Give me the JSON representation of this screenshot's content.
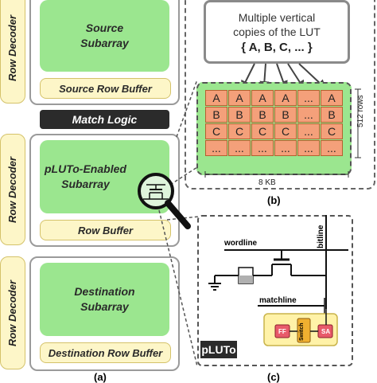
{
  "left": {
    "row_decoder_label": "Row Decoder",
    "source_subarray": [
      "Source",
      "Subarray"
    ],
    "source_row_buffer": "Source Row Buffer",
    "match_logic": "Match Logic",
    "pluto_subarray": [
      "pLUTo-Enabled",
      "Subarray"
    ],
    "row_buffer": "Row Buffer",
    "destination_subarray": [
      "Destination",
      "Subarray"
    ],
    "destination_row_buffer": "Destination Row Buffer",
    "caption": "(a)"
  },
  "top_right": {
    "callout_line1": "Multiple vertical",
    "callout_line2": "copies of the LUT",
    "callout_line3": "{ A, B, C, ... }",
    "lut_rows": [
      [
        "A",
        "A",
        "A",
        "A",
        "...",
        "A"
      ],
      [
        "B",
        "B",
        "B",
        "B",
        "...",
        "B"
      ],
      [
        "C",
        "C",
        "C",
        "C",
        "...",
        "C"
      ],
      [
        "...",
        "...",
        "...",
        "...",
        "...",
        "..."
      ]
    ],
    "rows_label": "512 rows",
    "width_label": "8 KB",
    "caption": "(b)"
  },
  "bottom_right": {
    "wordline": "wordline",
    "bitline": "bitline",
    "matchline": "matchline",
    "ff": "FF",
    "switch": "Switch",
    "sa": "SA",
    "pluto_tag": "pLUTo",
    "caption": "(c)"
  },
  "colors": {
    "subarray_green": "#9be68f",
    "buffer_yellow": "#fdf6c8",
    "lut_orange": "#f4a07a",
    "component_red": "#e85a6a"
  }
}
